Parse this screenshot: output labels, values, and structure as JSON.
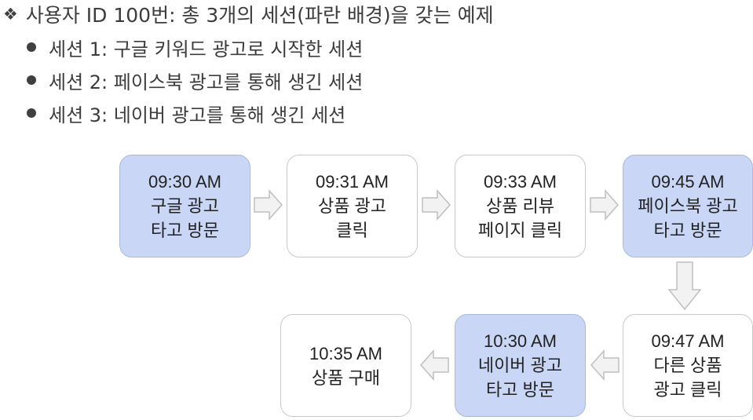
{
  "heading": {
    "bullet_icon": "diamond-cross-icon",
    "text": "사용자 ID 100번: 총 3개의 세션(파란 배경)을 갖는 예제"
  },
  "bullets": [
    "세션 1: 구글 키워드 광고로 시작한 세션",
    "세션 2: 페이스북 광고를 통해 생긴 세션",
    "세션 3: 네이버 광고를 통해 생긴 세션"
  ],
  "colors": {
    "session_fill": "#c9d6f5",
    "normal_fill": "#ffffff",
    "arrow_fill": "#f2f2f2",
    "arrow_stroke": "#bfbfbf"
  },
  "flow": [
    {
      "time": "09:30 AM",
      "lines": [
        "구글 광고",
        "타고 방문"
      ],
      "session_start": true
    },
    {
      "time": "09:31 AM",
      "lines": [
        "상품 광고",
        "클릭"
      ],
      "session_start": false
    },
    {
      "time": "09:33 AM",
      "lines": [
        "상품 리뷰",
        "페이지 클릭"
      ],
      "session_start": false
    },
    {
      "time": "09:45 AM",
      "lines": [
        "페이스북 광고",
        "타고 방문"
      ],
      "session_start": true
    },
    {
      "time": "09:47 AM",
      "lines": [
        "다른 상품",
        "광고 클릭"
      ],
      "session_start": false
    },
    {
      "time": "10:30 AM",
      "lines": [
        "네이버 광고",
        "타고 방문"
      ],
      "session_start": true
    },
    {
      "time": "10:35 AM",
      "lines": [
        "상품 구매"
      ],
      "session_start": false
    }
  ]
}
